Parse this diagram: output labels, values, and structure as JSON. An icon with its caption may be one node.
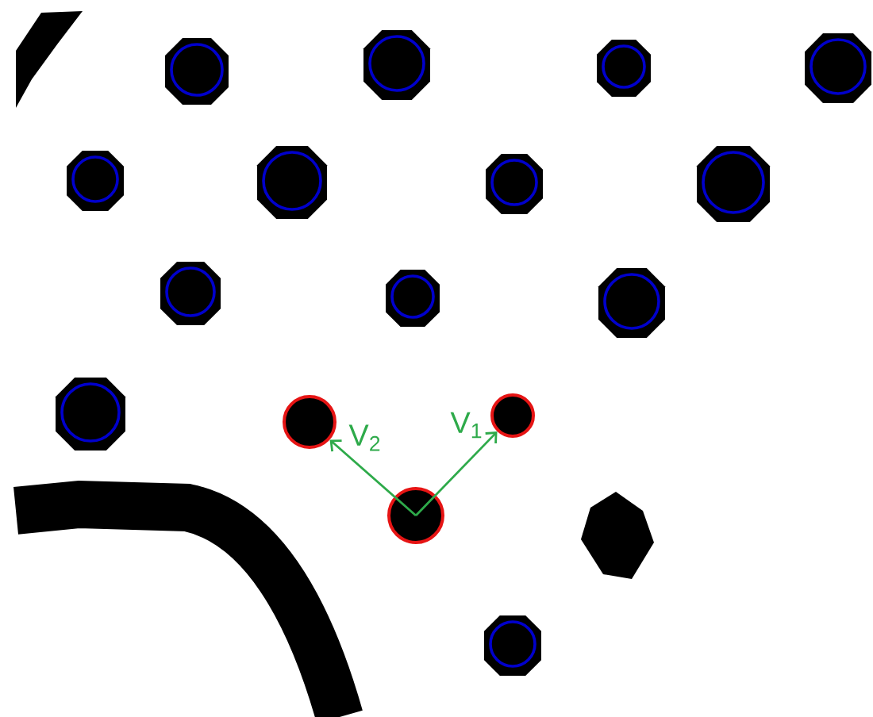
{
  "diagram": {
    "nodes": [
      {
        "text": [],
        "shape": "circle"
      },
      {
        "text": [],
        "shape": "circle"
      },
      {
        "text": [],
        "shape": "circle"
      }
    ],
    "edges": [
      {
        "from": 2,
        "to": 1,
        "arrow": "to",
        "label": "V$_{1}$"
      },
      {
        "from": 2,
        "to": 0,
        "arrow": "to",
        "label": "V$_{2}$"
      }
    ]
  }
}
